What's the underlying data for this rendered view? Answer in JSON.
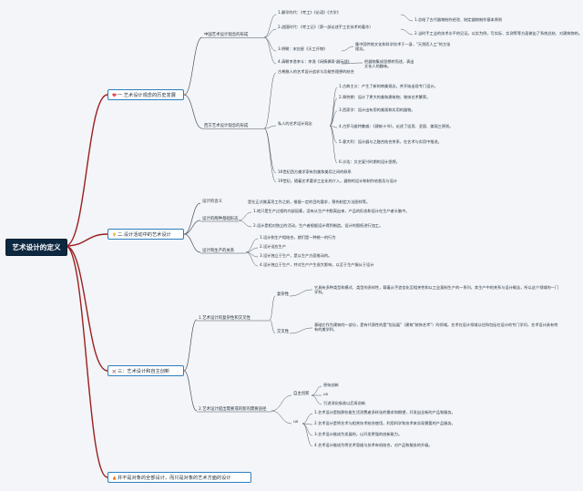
{
  "root": {
    "label": "艺术设计的定义"
  },
  "branches": [
    {
      "id": "b1",
      "icon": "heart-icon",
      "label": "一.艺术设计观念的历史发展",
      "children": [
        {
          "label": "中国艺术设计观念的形成",
          "items": [
            "1.最早的代：《考工》《论语》《大学》",
            "2.战国时代：《考工记》（第一部论述手工艺技术的著作）",
            "3.明朝：宋应星《天工开物》",
            "4.清朝李渔李斗：李渔《闲情偶寄·器玩部》"
          ],
          "notes": [
            "1.总结了古代器物制作经验、制定器物制作基本原则",
            "2.当时手工业的技术水平的见证。以实为例，写实际、实测等等方面做出了系统总结、对建筑物的。",
            "集中国传统文化和科学技术于一身，\"天然而人工\"的主张\n理念。",
            "把器物集成思想转而述，表出\n文化人的趣味。"
          ]
        },
        {
          "label": "西方艺术设计观念的形成",
          "items": [
            "古希腊人的艺术设计追求与功能性理想的结合",
            "私人的艺术设计观念",
            "16世纪西方美学家有别美和美用之间的联系",
            "19世纪，随着艺术要求工业化的介入，器物的设计和制作给普及与设计"
          ],
          "notes": [
            "1.古典主义：产生了新的审美观念，并开始出现专门设计。",
            "2.哥特期：设计了更大的美和建筑物；装饰艺术繁荣。",
            "3.西家学：设计出有用的美观和实用的器物。",
            "4.古罗马维特鲁威：《建筑十书》，论述了适用、坚固、美观三原则。",
            "5.意大利：设计器与之融合结合关系，在艺术与实用中推进。",
            "6.沙浩：文艺复兴时期的设计思想。"
          ]
        }
      ]
    },
    {
      "id": "b2",
      "icon": "lightbulb-icon",
      "label": "二.设计活动中的艺术设计",
      "children": [
        {
          "label": "设计的含义",
          "desc": "是在正式做某项工作之前，根据一定的目的要求，预先制定方法图样等。"
        },
        {
          "label": "设计的两种基础形态",
          "items": [
            "1.地只是生产过程的内部因素，没有从生产中脱离出来，产品的形态和设计在生产者头脑中。",
            "2.设计是相对独立的活动，生产者根据设计得到制造。设计的图纸进行加工。"
          ]
        },
        {
          "label": "设计和生产的关系",
          "items": [
            "1.设计和生产相结合，就们是一种统一的行为",
            "2.设计适应生产",
            "3.设计独立于生产，是以生产方面推动的。",
            "4.设计独立于生产，并对生产产生很大影响，以至于生产服从于设计"
          ]
        }
      ]
    },
    {
      "id": "b3",
      "icon": "tools-icon",
      "label": "三：艺术设计和自主创新",
      "children": [
        {
          "label": "1.艺术设计的复杂性和交叉性",
          "items": [
            {
              "label": "复杂性",
              "text": "它具有多种类型和模式、类型的多样性，载着从手造信化至相关性和以工业复制生产的一系列，其生产中的关系与设计概念，所以这个领域的一门学科。"
            },
            {
              "label": "交叉性",
              "text": "基础它作为建筑的一部分，是有代表性的是\"包括展\"（建筑\"装饰艺术\"）的领域。艺术在设计领域以往和包括在设计的专门学问，艺术设计具有特有的美学科、"
            }
          ]
        },
        {
          "label": "2.艺术设计提出需要或的新的需要途径",
          "items": [
            {
              "label": "自主创新",
              "subs": [
                "原始创新",
                "ux",
                "引进消化吸收以后再创新"
              ]
            },
            {
              "label": "ux",
              "subs": [
                "1.艺术设计是指那些能生活消费者多样化的需求和期望，开发出全新的产品和服务。",
                "2.艺术设计是将艺术与相关技术结合使用，利用科学和技术来实现需要的产品服务。",
                "3.艺术设计能成为发展的，以开发更强的创新能力。",
                "4.艺术设计能成为将艺术思维与技术有机结合，对产品和服务的升级。"
              ]
            }
          ]
        }
      ]
    },
    {
      "id": "b4",
      "icon": "fire-icon",
      "label": "并不是对象的全部设计，而只是对象的艺术方面的设计"
    }
  ]
}
